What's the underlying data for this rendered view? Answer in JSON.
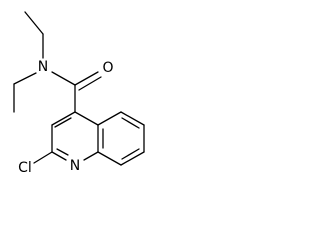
{
  "atoms": {
    "n_amide": "N",
    "o_carbonyl": "O",
    "n_ring": "N",
    "cl": "Cl"
  },
  "colors": {
    "bond": "#000000",
    "label": "#000000",
    "background": "#ffffff"
  }
}
